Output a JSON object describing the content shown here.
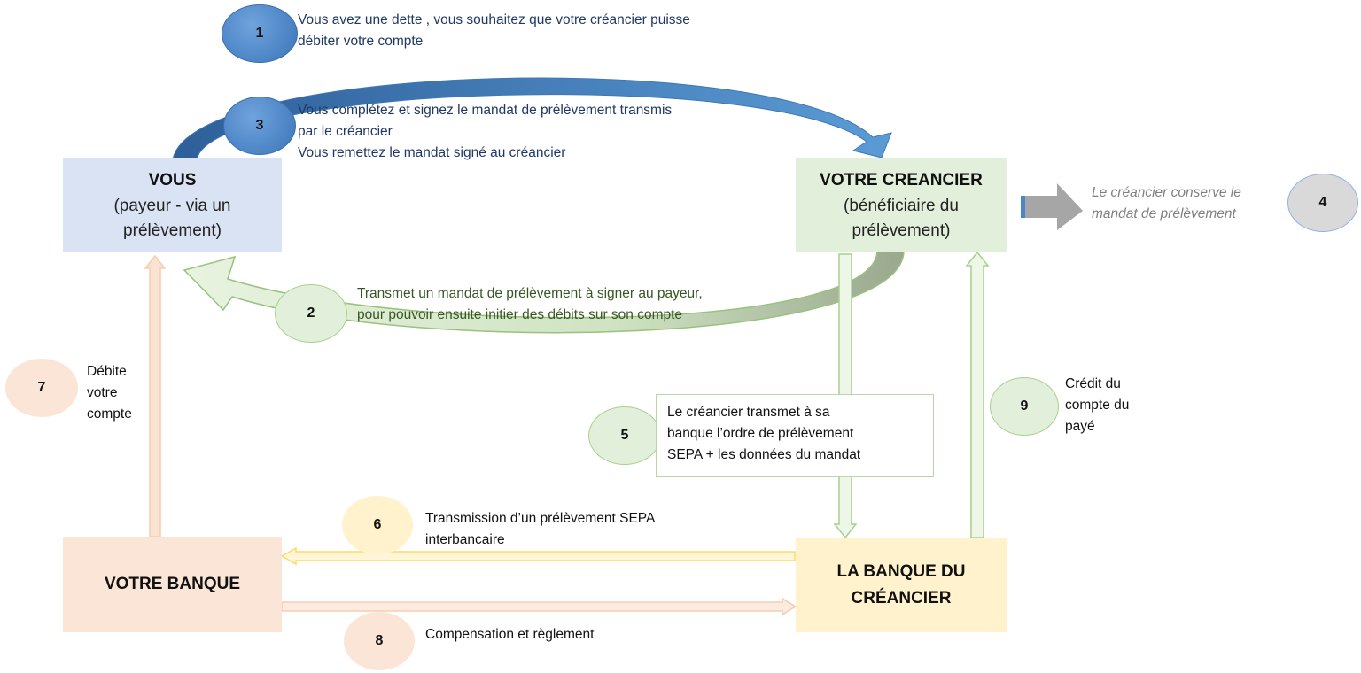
{
  "boxes": {
    "vous": {
      "title": "VOUS",
      "line2": "(payeur -  via un",
      "line3": "prélèvement)"
    },
    "creancier": {
      "title": "VOTRE CREANCIER",
      "line2": "(bénéficiaire du",
      "line3": "prélèvement)"
    },
    "votre_banque": {
      "title": "VOTRE BANQUE"
    },
    "banque_creancier": {
      "line1": "LA BANQUE DU",
      "line2": "CRÉANCIER"
    }
  },
  "steps": [
    {
      "number": "1",
      "lines": [
        "Vous avez une dette , vous souhaitez que votre créancier puisse",
        "débiter votre compte"
      ]
    },
    {
      "number": "2",
      "lines": [
        "Transmet un mandat de prélèvement à signer au payeur,",
        "pour pouvoir ensuite initier des débits sur son compte"
      ]
    },
    {
      "number": "3",
      "lines": [
        "Vous complétez et signez le mandat de prélèvement transmis",
        "par le créancier",
        "Vous remettez le mandat signé au créancier"
      ]
    },
    {
      "number": "4",
      "lines": [
        "Le créancier conserve le",
        "mandat de prélèvement"
      ]
    },
    {
      "number": "5",
      "lines": [
        "Le créancier transmet à sa",
        "banque l’ordre de prélèvement",
        "SEPA + les données du mandat"
      ]
    },
    {
      "number": "6",
      "lines": [
        "Transmission d’un prélèvement SEPA",
        "interbancaire"
      ]
    },
    {
      "number": "7",
      "lines": [
        "Débite",
        "votre",
        "compte"
      ]
    },
    {
      "number": "8",
      "lines": [
        "Compensation et règlement"
      ]
    },
    {
      "number": "9",
      "lines": [
        "Crédit du",
        "compte du",
        "payé"
      ]
    }
  ],
  "colors": {
    "blue": "#4a86c8",
    "green": "#a9d18e",
    "orange": "#f8cbad",
    "yellow": "#ffd966",
    "gray": "#a6a6a6",
    "vous_box": "#dae3f3",
    "creancier_box": "#e2efda",
    "votre_banque_box": "#fbe5d6",
    "banque_creancier_box": "#fff2cc"
  }
}
